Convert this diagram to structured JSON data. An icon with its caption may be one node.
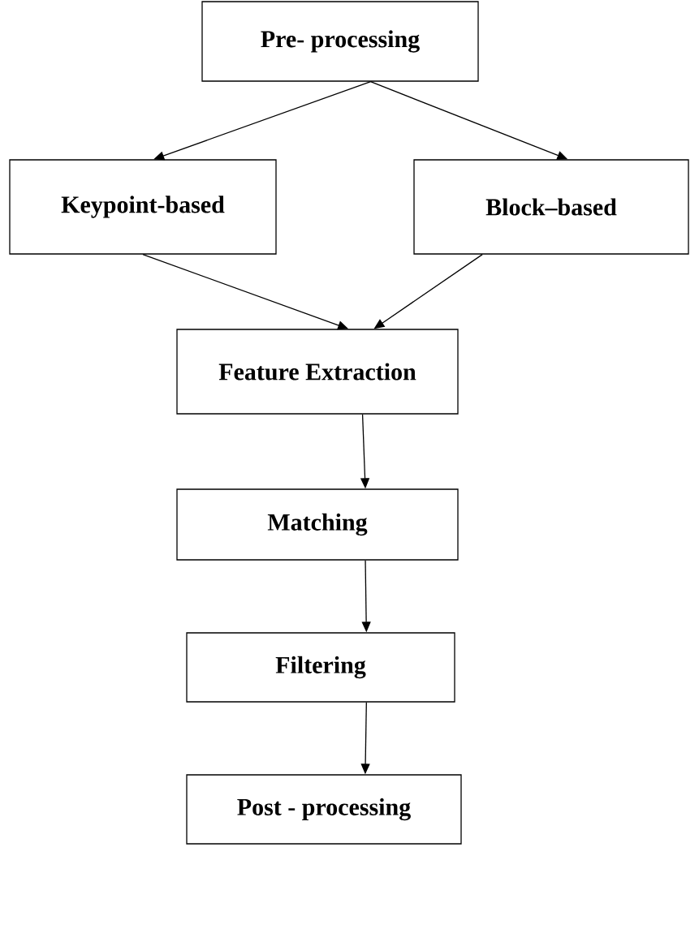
{
  "diagram": {
    "nodes": [
      {
        "text": [
          "Pre- processing"
        ]
      },
      {
        "text": [
          "Keypoint-based"
        ]
      },
      {
        "text": [
          "Block–based"
        ]
      },
      {
        "text": [
          "Feature Extraction"
        ]
      },
      {
        "text": [
          "Matching"
        ]
      },
      {
        "text": [
          "Filtering"
        ]
      },
      {
        "text": [
          "Post - processing"
        ]
      }
    ],
    "edges": [
      {
        "from": 0,
        "to": 1,
        "arrow": "to"
      },
      {
        "from": 0,
        "to": 2,
        "arrow": "to"
      },
      {
        "from": 1,
        "to": 3,
        "arrow": "to"
      },
      {
        "from": 2,
        "to": 3,
        "arrow": "to"
      },
      {
        "from": 3,
        "to": 4,
        "arrow": "to"
      },
      {
        "from": 4,
        "to": 5,
        "arrow": "to"
      },
      {
        "from": 5,
        "to": 6,
        "arrow": "to"
      }
    ]
  }
}
